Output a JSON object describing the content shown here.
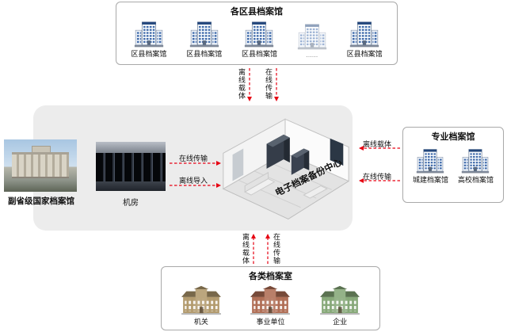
{
  "top_box": {
    "title": "各区县档案馆",
    "items": [
      {
        "label": "区县档案馆"
      },
      {
        "label": "区县档案馆"
      },
      {
        "label": "区县档案馆"
      },
      {
        "label": "......"
      },
      {
        "label": "区县档案馆"
      }
    ]
  },
  "right_box": {
    "title": "专业档案馆",
    "items": [
      {
        "label": "城建档案馆"
      },
      {
        "label": "高校档案馆"
      }
    ]
  },
  "bottom_box": {
    "title": "各类档案室",
    "items": [
      {
        "label": "机关"
      },
      {
        "label": "事业单位"
      },
      {
        "label": "企业"
      }
    ]
  },
  "center": {
    "national_archive_label": "副省级国家档案馆",
    "server_room_label": "机房",
    "backup_center_label": "电子档案备份中心"
  },
  "arrows": {
    "top_offline_label": "离线载体",
    "top_online_label": "在线传输",
    "room_to_center_online_label": "在线传输",
    "room_to_center_offline_label": "离线导入",
    "right_offline_label": "离线载体",
    "right_online_label": "在线传输",
    "bottom_offline_label": "离线载体",
    "bottom_online_label": "在线传输"
  },
  "colors": {
    "arrow": "#e60012",
    "center_zone_bg": "#ececec",
    "panel_border": "#a9a9a9"
  }
}
